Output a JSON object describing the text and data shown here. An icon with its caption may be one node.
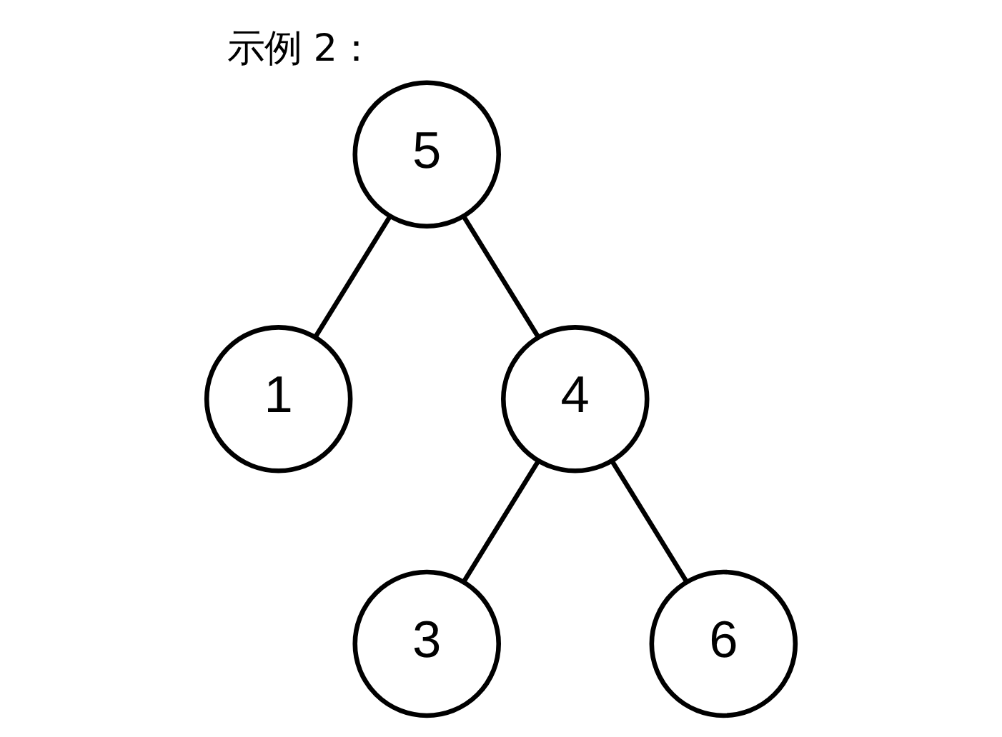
{
  "diagram": {
    "title": "示例 2：",
    "nodes": [
      {
        "text": [
          "5"
        ]
      },
      {
        "text": [
          "1"
        ]
      },
      {
        "text": [
          "4"
        ]
      },
      {
        "text": [
          "3"
        ]
      },
      {
        "text": [
          "6"
        ]
      }
    ],
    "edges": [
      {
        "from": 0,
        "to": 1,
        "arrow": "none"
      },
      {
        "from": 0,
        "to": 2,
        "arrow": "none"
      },
      {
        "from": 2,
        "to": 3,
        "arrow": "none"
      },
      {
        "from": 2,
        "to": 4,
        "arrow": "none"
      }
    ]
  }
}
